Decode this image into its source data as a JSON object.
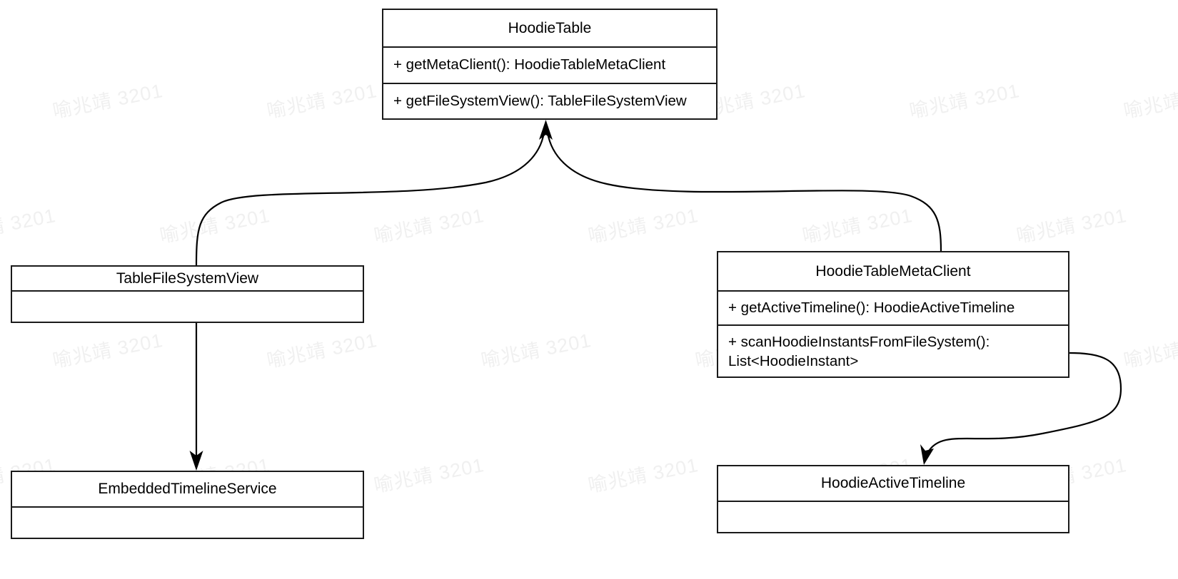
{
  "diagram": {
    "type": "uml-class-diagram",
    "background_color": "#ffffff",
    "line_color": "#000000",
    "text_color": "#000000"
  },
  "watermark": {
    "text": "喻兆靖 3201",
    "color": "#f0f0f0",
    "rotation_deg": -11
  },
  "classes": {
    "hoodie_table": {
      "name": "HoodieTable",
      "members": [
        "+ getMetaClient(): HoodieTableMetaClient",
        "+ getFileSystemView(): TableFileSystemView"
      ]
    },
    "table_file_system_view": {
      "name": "TableFileSystemView",
      "members": [
        ""
      ]
    },
    "hoodie_table_meta_client": {
      "name": "HoodieTableMetaClient",
      "members": [
        "+ getActiveTimeline(): HoodieActiveTimeline",
        "+ scanHoodieInstantsFromFileSystem():\nList<HoodieInstant>"
      ]
    },
    "embedded_timeline_service": {
      "name": "EmbeddedTimelineService",
      "members": [
        ""
      ]
    },
    "hoodie_active_timeline": {
      "name": "HoodieActiveTimeline",
      "members": [
        ""
      ]
    }
  },
  "relationships": [
    {
      "id": "tablefilesystemview-to-hoodietable",
      "from": "TableFileSystemView",
      "to": "HoodieTable",
      "arrow": "open-arrow"
    },
    {
      "id": "hoodietablemetaclient-to-hoodietable",
      "from": "HoodieTableMetaClient",
      "to": "HoodieTable",
      "arrow": "open-arrow"
    },
    {
      "id": "tablefilesystemview-to-embeddedtimelineservice",
      "from": "TableFileSystemView",
      "to": "EmbeddedTimelineService",
      "arrow": "open-arrow"
    },
    {
      "id": "hoodietablemetaclient-to-hoodieactivetimeline",
      "from": "HoodieTableMetaClient",
      "to": "HoodieActiveTimeline",
      "arrow": "open-arrow"
    }
  ]
}
